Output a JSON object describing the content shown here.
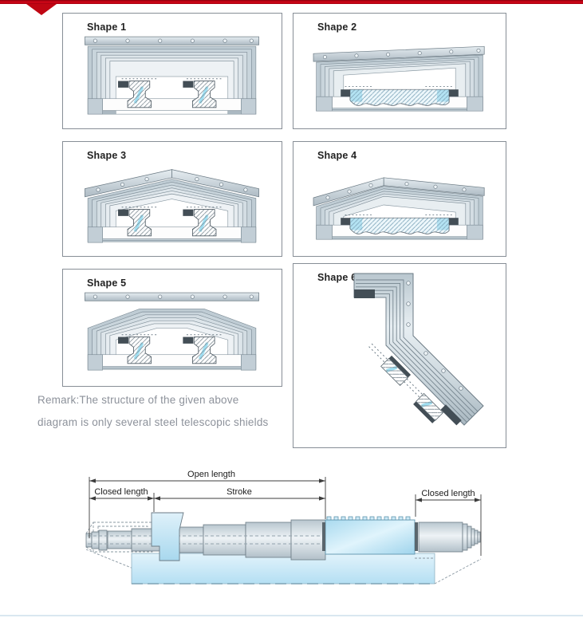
{
  "header": {
    "accent_color": "#c00613"
  },
  "panels": [
    {
      "label": "Shape 1"
    },
    {
      "label": "Shape 2"
    },
    {
      "label": "Shape 3"
    },
    {
      "label": "Shape 4"
    },
    {
      "label": "Shape 5"
    },
    {
      "label": "Shape 6"
    }
  ],
  "remark": {
    "line1": "Remark:The structure of the given above",
    "line2": "diagram is only several steel telescopic shields"
  },
  "dimensions": {
    "open_length": "Open length",
    "stroke": "Stroke",
    "closed_length_left": "Closed length",
    "closed_length_right": "Closed length"
  }
}
